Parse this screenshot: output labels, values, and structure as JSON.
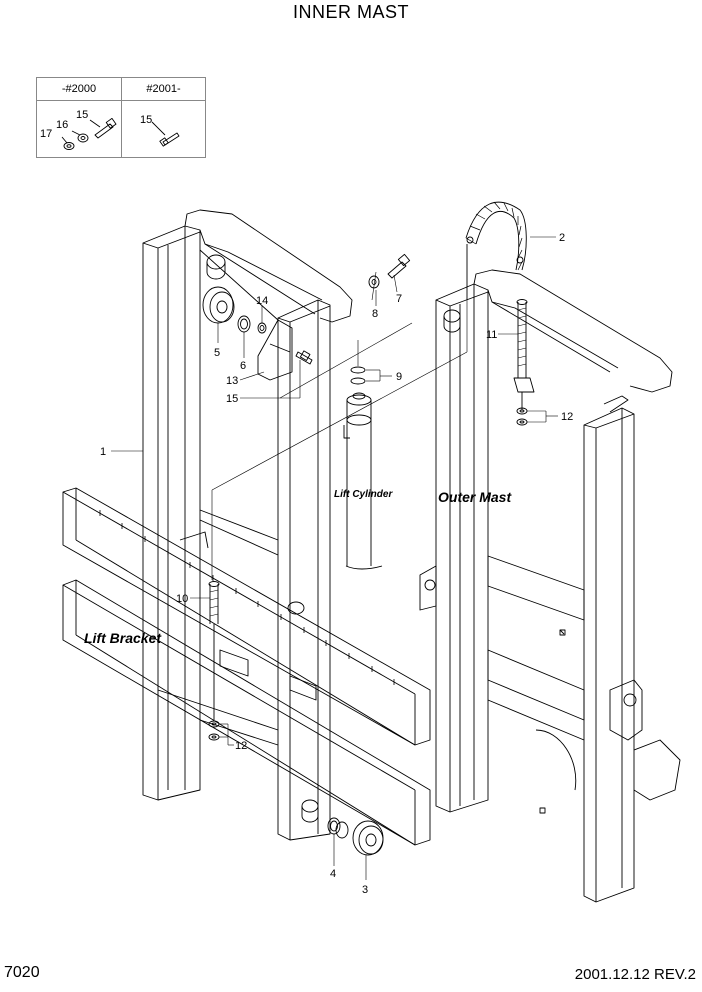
{
  "page": {
    "title": "INNER MAST",
    "page_number": "7020",
    "revision": "2001.12.12 REV.2"
  },
  "version_table": {
    "col1_header": "-#2000",
    "col2_header": "#2001-",
    "col1_callouts": [
      "15",
      "16",
      "17"
    ],
    "col2_callouts": [
      "15"
    ]
  },
  "labels": {
    "lift_cylinder": "Lift Cylinder",
    "outer_mast": "Outer Mast",
    "lift_bracket": "Lift Bracket"
  },
  "callouts": {
    "c1": "1",
    "c2": "2",
    "c3": "3",
    "c4": "4",
    "c5": "5",
    "c6": "6",
    "c7": "7",
    "c8": "8",
    "c9": "9",
    "c10": "10",
    "c11": "11",
    "c12a": "12",
    "c12b": "12",
    "c13": "13",
    "c14": "14",
    "c15": "15"
  }
}
